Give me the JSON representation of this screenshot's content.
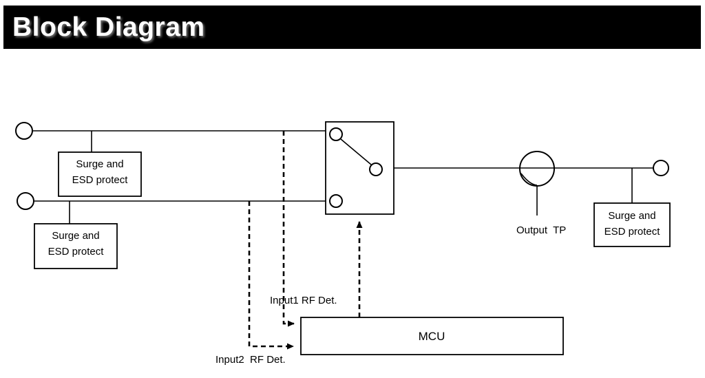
{
  "header": {
    "title": "Block Diagram"
  },
  "boxes": {
    "surge_top_left": {
      "line1": "Surge and",
      "line2": "ESD protect"
    },
    "surge_bottom_left": {
      "line1": "Surge and",
      "line2": "ESD protect"
    },
    "surge_right": {
      "line1": "Surge and",
      "line2": "ESD protect"
    },
    "mcu": {
      "label": "MCU"
    }
  },
  "labels": {
    "output_tp": "Output  TP",
    "input1_rf_det": "Input1 RF Det.",
    "input2_rf_det": "Input2  RF Det."
  },
  "colors": {
    "line": "#000000",
    "header_bg": "#000000",
    "header_text": "#ffffff",
    "background": "#ffffff"
  }
}
